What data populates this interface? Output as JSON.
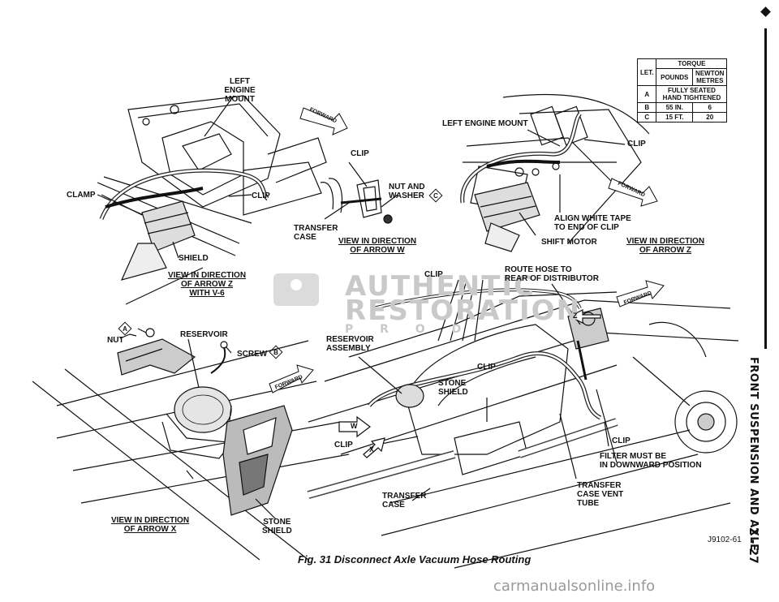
{
  "side": {
    "title": "FRONT SUSPENSION AND AXLE",
    "page": "2 - 27"
  },
  "torque_table": {
    "header_let": "LET.",
    "header_torque": "TORQUE",
    "header_pounds": "POUNDS",
    "header_newton": "NEWTON METRES",
    "rows": [
      {
        "letter": "A",
        "pounds": "FULLY SEATED HAND TIGHTENED",
        "newton": ""
      },
      {
        "letter": "B",
        "pounds": "55 IN.",
        "newton": "6"
      },
      {
        "letter": "C",
        "pounds": "15 FT.",
        "newton": "20"
      }
    ]
  },
  "labels": {
    "left_engine_mount_1": "LEFT ENGINE MOUNT",
    "clamp": "CLAMP",
    "clip_1": "CLIP",
    "shield": "SHIELD",
    "view_z_v6": [
      "VIEW IN DIRECTION",
      "OF ARROW Z",
      "WITH V-6"
    ],
    "clip_2": "CLIP",
    "nut_and_washer": [
      "NUT AND",
      "WASHER"
    ],
    "transfer_case_1": [
      "TRANSFER",
      "CASE"
    ],
    "view_w": [
      "VIEW IN DIRECTION",
      "OF ARROW  W"
    ],
    "left_engine_mount_2": "LEFT ENGINE MOUNT",
    "clip_3": "CLIP",
    "align_white_tape": [
      "ALIGN WHITE TAPE",
      "TO END OF CLIP"
    ],
    "shift_motor": "SHIFT MOTOR",
    "view_z": [
      "VIEW IN DIRECTION",
      "OF ARROW  Z"
    ],
    "nut": "NUT",
    "reservoir": "RESERVOIR",
    "screw": "SCREW",
    "reservoir_assembly": [
      "RESERVOIR",
      "ASSEMBLY"
    ],
    "clip_4": "CLIP",
    "route_hose": [
      "ROUTE HOSE TO",
      "REAR OF DISTRIBUTOR"
    ],
    "stone_shield_1": [
      "STONE",
      "SHIELD"
    ],
    "clip_5": "CLIP",
    "clip_6": "CLIP",
    "clip_7": "CLIP",
    "filter": [
      "FILTER MUST BE",
      "IN DOWNWARD POSITION"
    ],
    "transfer_case_vent": [
      "TRANSFER",
      "CASE VENT",
      "TUBE"
    ],
    "transfer_case_2": [
      "TRANSFER",
      "CASE"
    ],
    "view_x": [
      "VIEW IN DIRECTION",
      "OF ARROW X"
    ],
    "stone_shield_2": [
      "STONE",
      "SHIELD"
    ],
    "forward": "FORWARD",
    "letter_a": "A",
    "letter_b": "B",
    "letter_c": "C",
    "arrow_w": "W",
    "arrow_x": "X",
    "arrow_z": "Z"
  },
  "figure_id": "J9102-61",
  "caption": "Fig. 31 Disconnect Axle Vacuum Hose Routing",
  "watermark": "carmanualsonline.info",
  "background_watermark": [
    "AUTHENTIC",
    "RESTORATION",
    "P R O D"
  ]
}
